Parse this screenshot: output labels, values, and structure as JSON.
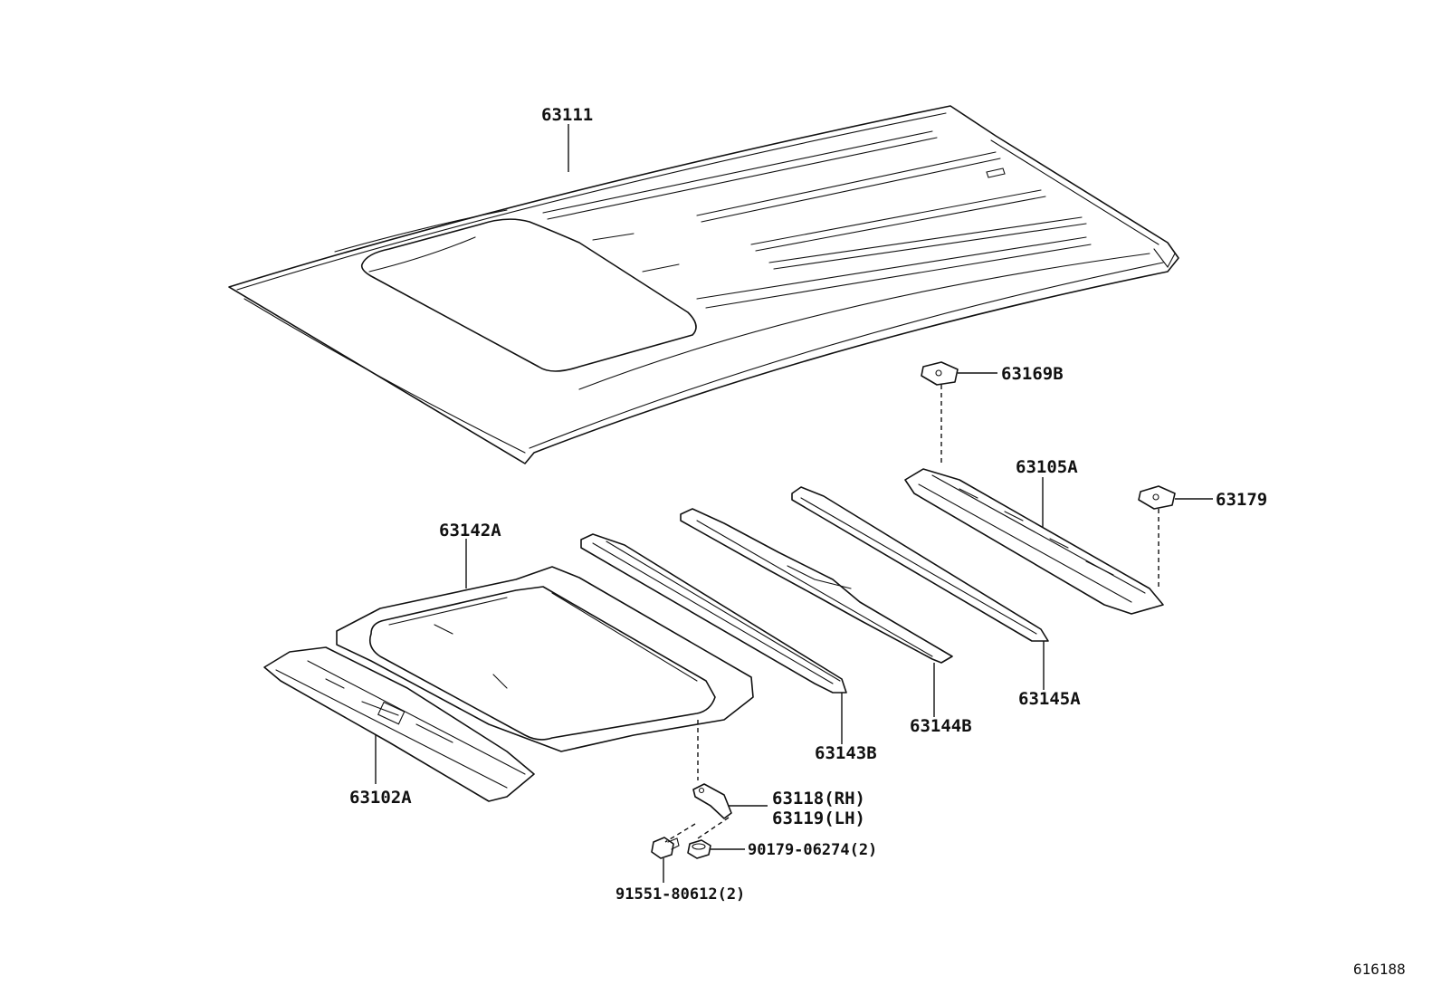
{
  "labels": {
    "roof_panel": "63111",
    "reinforcement_63169b": "63169B",
    "reinforcement_63105a": "63105A",
    "reinforcement_63179": "63179",
    "frame_63142a": "63142A",
    "rail_63143b": "63143B",
    "rail_63144b": "63144B",
    "rail_63145a": "63145A",
    "front_rail_63102a": "63102A",
    "bracket_rh": "63118(RH)",
    "bracket_lh": "63119(LH)",
    "nut_90179": "90179-06274(2)",
    "bolt_91551": "91551-80612(2)"
  },
  "diagram_id": "616188"
}
